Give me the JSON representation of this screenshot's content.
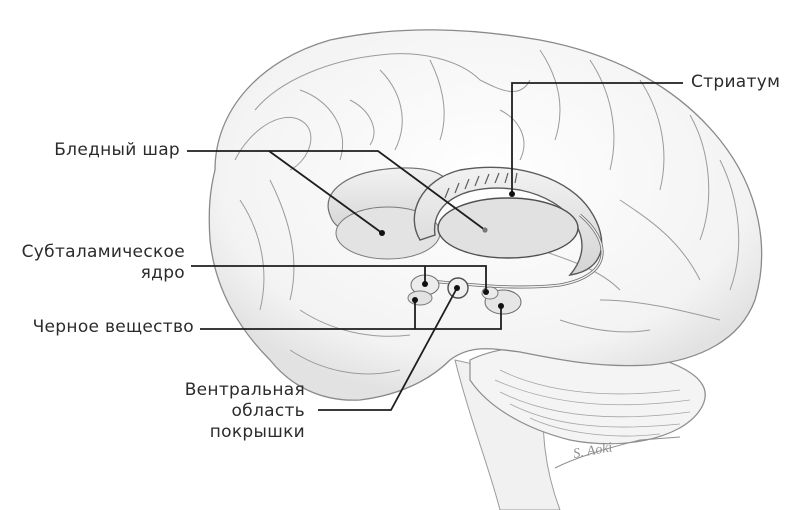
{
  "figure": {
    "type": "anatomical-illustration",
    "subject": "brain-basal-ganglia",
    "signature": "S. Aoki",
    "colors": {
      "background": "#ffffff",
      "leader_line": "#1e1e1e",
      "sketch_line": "#8a8a8a",
      "structure_fill": "#e6e6e6",
      "label_text": "#2b2b2b"
    }
  },
  "labels": {
    "striatum": "Стриатум",
    "globus_pallidus": "Бледный шар",
    "subthalamic_nucleus_line1": "Субталамическое",
    "subthalamic_nucleus_line2": "ядро",
    "substantia_nigra": "Черное вещество",
    "vta_line1": "Вентральная",
    "vta_line2": "область",
    "vta_line3": "покрышки"
  }
}
